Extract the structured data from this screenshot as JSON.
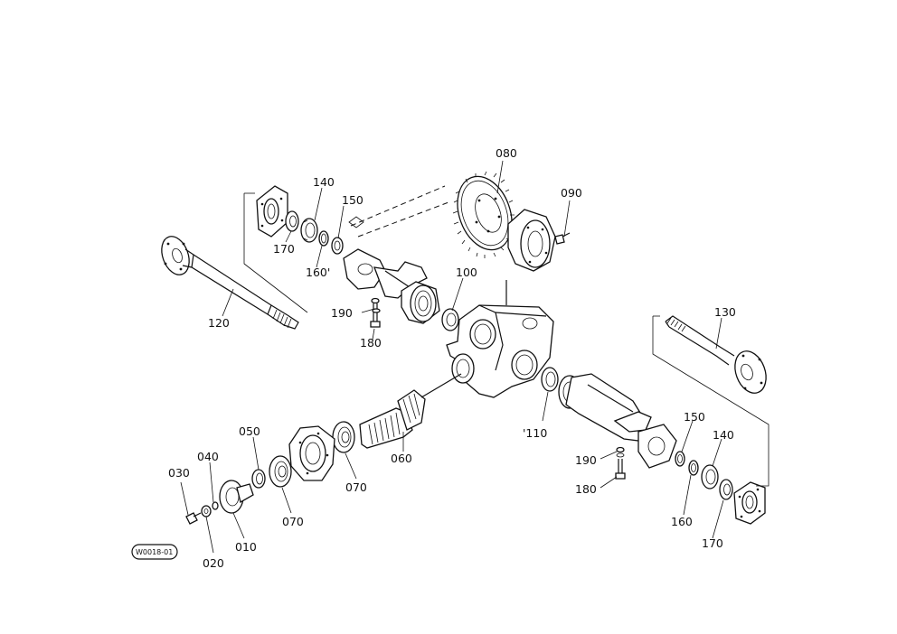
{
  "diagram_code": "W0018-01",
  "callouts": {
    "c010": "010",
    "c020": "020",
    "c030": "030",
    "c040": "040",
    "c050": "050",
    "c060": "060",
    "c070a": "070",
    "c070b": "070",
    "c080": "080",
    "c090": "090",
    "c100": "100",
    "c110": "'110",
    "c120": "120",
    "c130": "130",
    "c140l": "140",
    "c140r": "140",
    "c150l": "150",
    "c150r": "150",
    "c160l": "160'",
    "c160r": "160",
    "c170l": "170",
    "c170r": "170",
    "c180l": "180",
    "c180r": "180",
    "c190l": "190",
    "c190r": "190"
  }
}
